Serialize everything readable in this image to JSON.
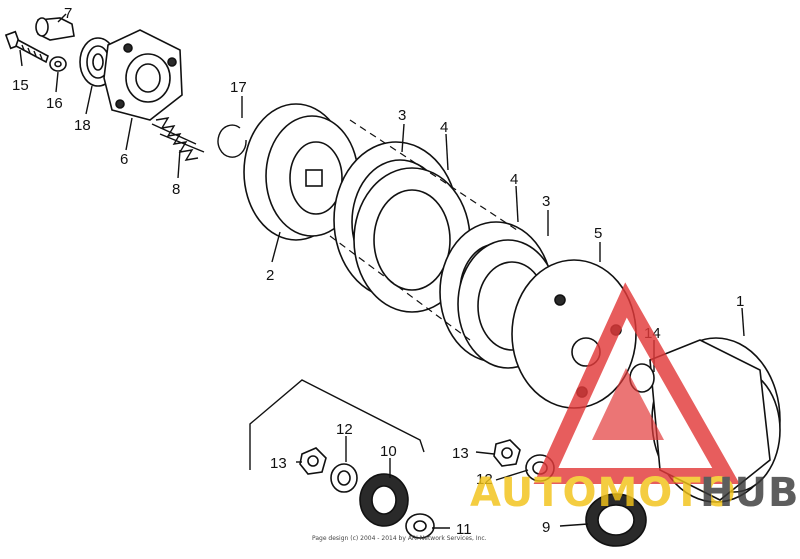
{
  "callouts": {
    "c1": "1",
    "c2": "2",
    "c3a": "3",
    "c3b": "3",
    "c4a": "4",
    "c4b": "4",
    "c5": "5",
    "c6": "6",
    "c7": "7",
    "c8": "8",
    "c9": "9",
    "c10": "10",
    "c11": "11",
    "c12a": "12",
    "c12b": "12",
    "c13a": "13",
    "c13b": "13",
    "c14": "14",
    "c15": "15",
    "c16": "16",
    "c17": "17",
    "c18": "18"
  },
  "watermark": {
    "left": "AUTOMOTO",
    "right": "HUB",
    "colors": {
      "red": "#e23a3a",
      "yellow": "#f2c318",
      "dark": "#3a3a3a"
    }
  },
  "footer": {
    "copyright": "Page design (c) 2004 - 2014 by ARI Network Services, Inc."
  }
}
